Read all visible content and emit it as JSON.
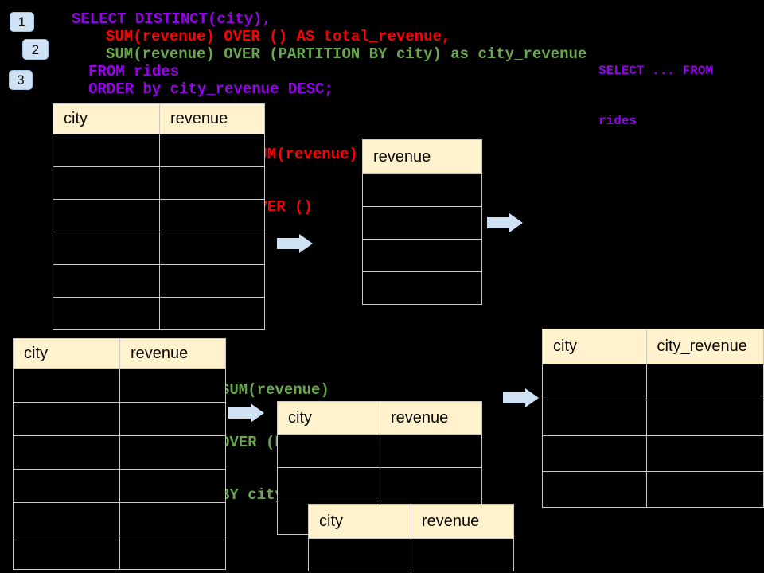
{
  "colors": {
    "purple": "#9900F0",
    "red": "#FF0000",
    "green": "#6AA84F",
    "header-bg": "#FFF2CC",
    "table-border": "#C9C9C9",
    "arrow": "#CFE2F3",
    "badge-bg": "#CFE2F3",
    "badge-border": "#9FC5E8"
  },
  "badges": [
    {
      "label": "1"
    },
    {
      "label": "2"
    },
    {
      "label": "3"
    }
  ],
  "sql": {
    "lines": [
      {
        "text": "SELECT DISTINCT(city),"
      },
      {
        "text": "SUM(revenue) OVER () AS total_revenue,"
      },
      {
        "text": "SUM(revenue) OVER (PARTITION BY city) as city_revenue"
      },
      {
        "text": "FROM rides"
      },
      {
        "text": "ORDER by city_revenue DESC;"
      }
    ]
  },
  "side_note": {
    "lines": [
      "SELECT ... FROM",
      "rides"
    ]
  },
  "annotations": {
    "total": {
      "lines": [
        "SUM(revenue)",
        "OVER ()"
      ]
    },
    "partition": {
      "lines": [
        "SUM(revenue)",
        "OVER (PARTITION",
        "BY city)"
      ]
    }
  },
  "tables": {
    "source_top": {
      "headers": [
        "city",
        "revenue"
      ],
      "rows": 6
    },
    "total_revenue": {
      "headers": [
        "revenue"
      ],
      "rows": 4
    },
    "source_bottom": {
      "headers": [
        "city",
        "revenue"
      ],
      "rows": 6
    },
    "partition_input": {
      "headers": [
        "city",
        "revenue"
      ],
      "rows": 3
    },
    "partition_front": {
      "headers": [
        "city",
        "revenue"
      ],
      "rows": 1
    },
    "result": {
      "headers": [
        "city",
        "city_revenue"
      ],
      "rows": 4
    }
  }
}
